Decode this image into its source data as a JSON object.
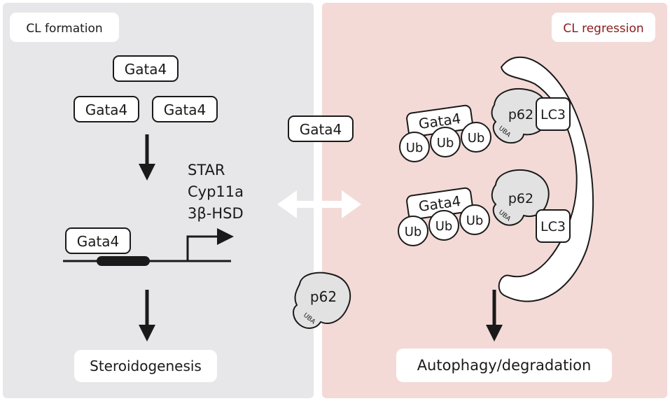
{
  "panels": {
    "left": {
      "title": "CL formation",
      "bg_color": "#e7e7e9"
    },
    "right": {
      "title": "CL regression",
      "bg_color": "#f3dad6",
      "title_color": "#8b1a1a"
    }
  },
  "left": {
    "gata4_top": "Gata4",
    "gata4_left": "Gata4",
    "gata4_right": "Gata4",
    "gata4_bound": "Gata4",
    "target_genes": [
      "STAR",
      "Cyp11a",
      "3β-HSD"
    ],
    "outcome": "Steroidogenesis"
  },
  "middle": {
    "gata4": "Gata4",
    "p62": "p62",
    "uba": "UBA"
  },
  "right": {
    "complexes": [
      {
        "gata4": "Gata4",
        "ub": [
          "Ub",
          "Ub",
          "Ub"
        ],
        "p62": "p62",
        "uba": "UBA",
        "lc3": "LC3"
      },
      {
        "gata4": "Gata4",
        "ub": [
          "Ub",
          "Ub",
          "Ub"
        ],
        "p62": "p62",
        "uba": "UBA",
        "lc3": "LC3"
      }
    ],
    "outcome": "Autophagy/degradation"
  },
  "colors": {
    "protein_fill": "#e2e2e2",
    "line": "#1a1a1a",
    "box_fill": "#ffffff",
    "exchange_arrow": "#ffffff"
  },
  "icons": [
    "down-arrow",
    "double-headed-arrow",
    "transcription-start-arrow",
    "phagophore-membrane"
  ]
}
